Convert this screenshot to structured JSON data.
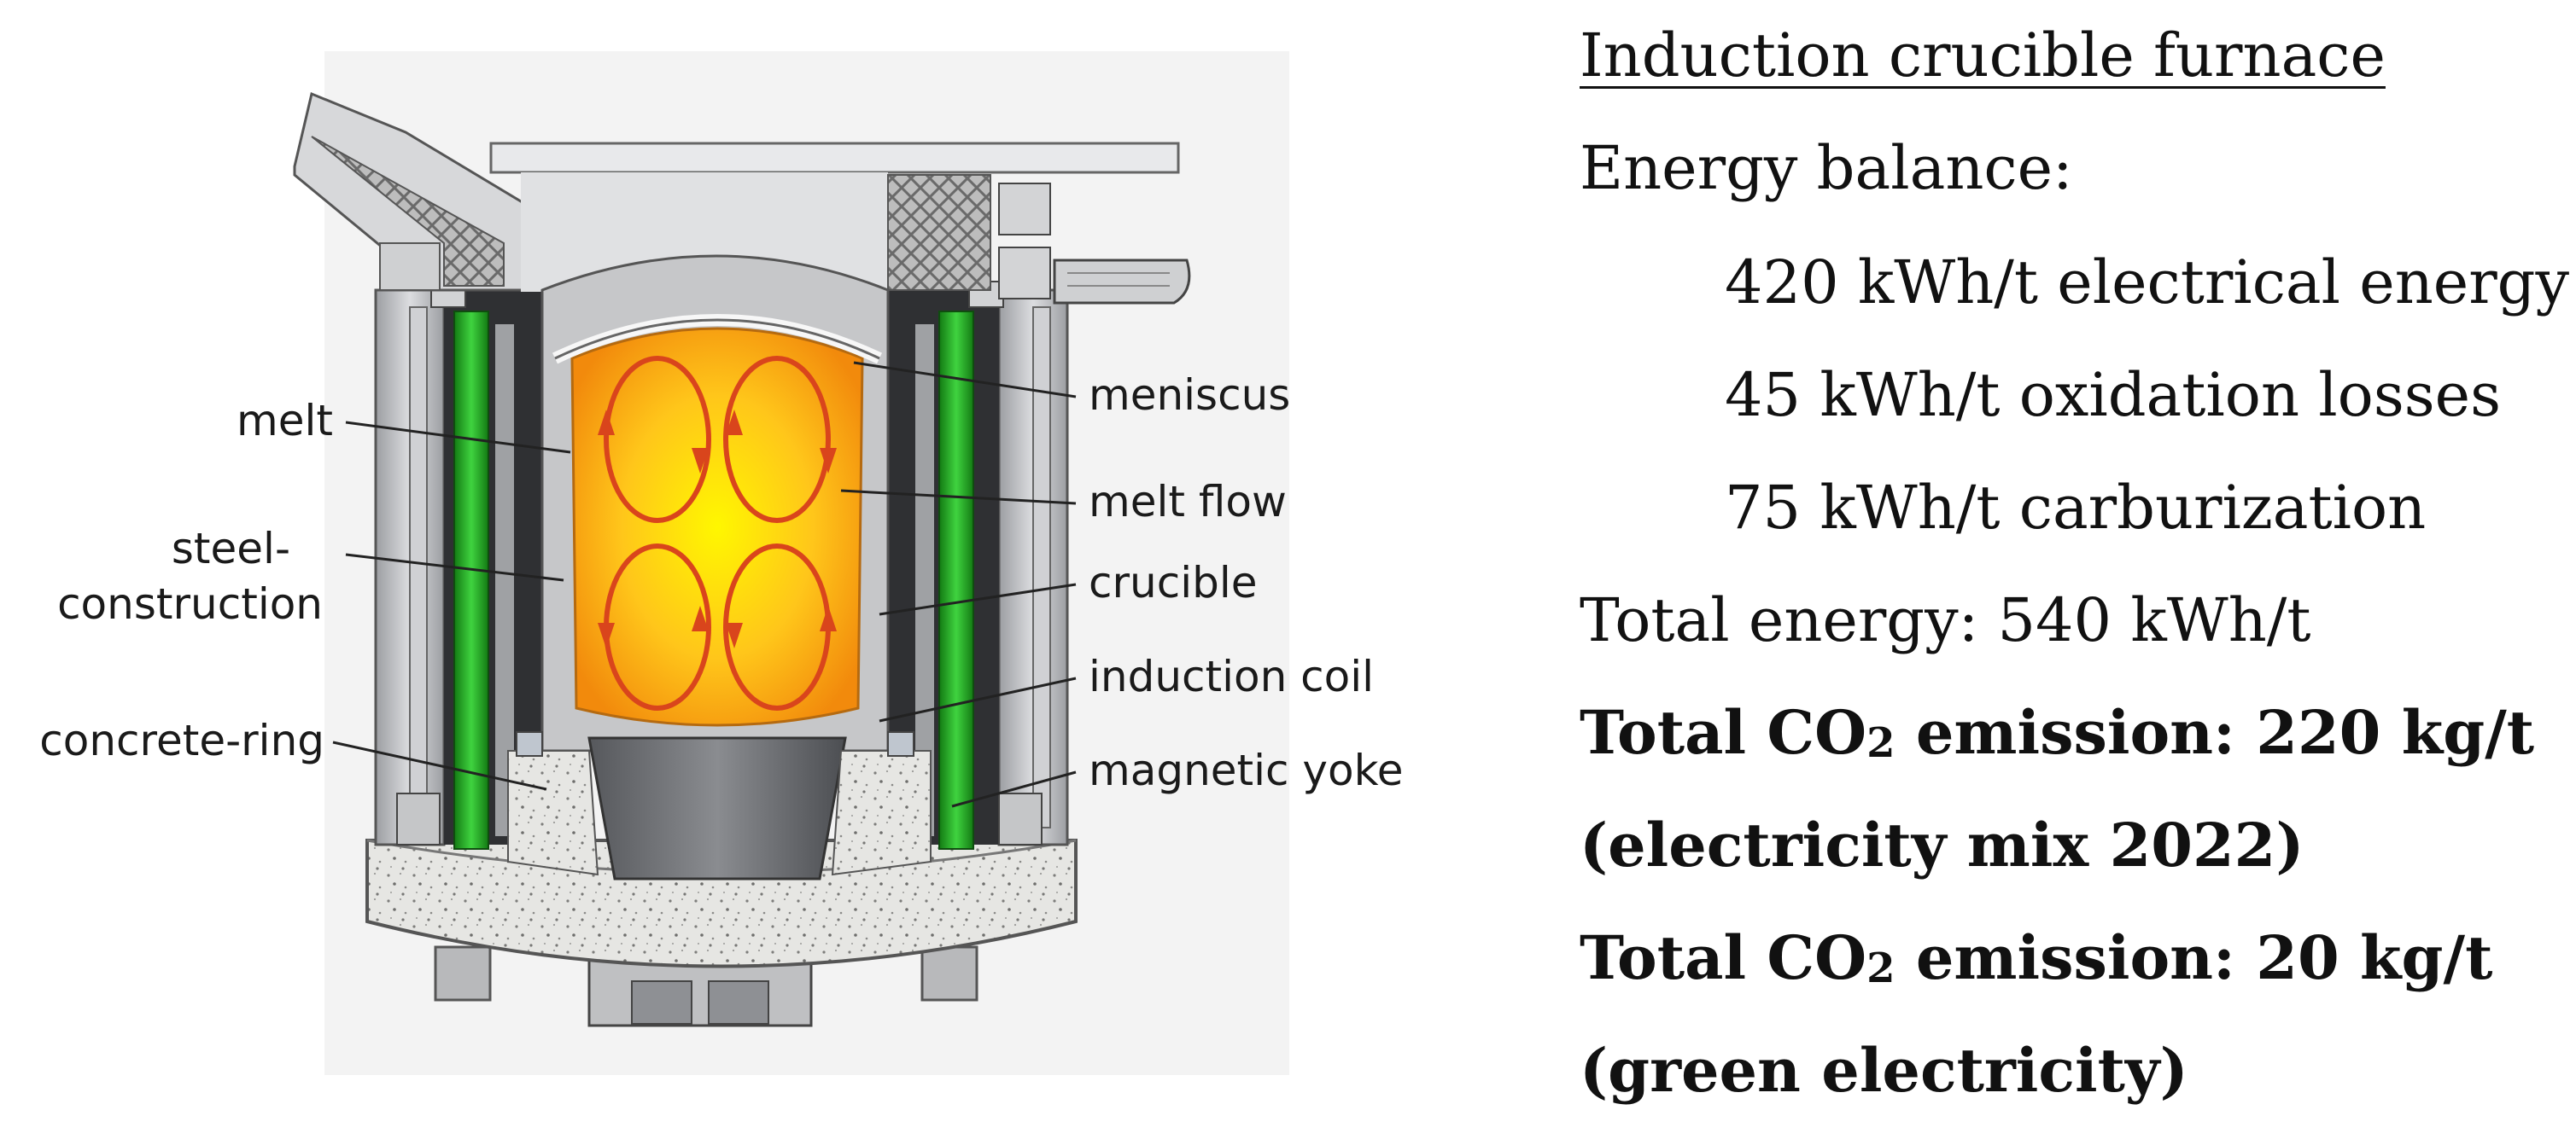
{
  "diagram": {
    "labels": {
      "meniscus": "meniscus",
      "melt": "melt",
      "melt_flow": "melt flow",
      "steel_1": "steel-",
      "steel_2": "construction",
      "crucible": "crucible",
      "induction_coil": "induction coil",
      "concrete_ring": "concrete-ring",
      "magnetic_yoke": "magnetic yoke"
    },
    "colors": {
      "melt_core": "#fff200",
      "melt_edge": "#f59a0a",
      "flow_arrows": "#d9451c",
      "coil": "#2db82d",
      "steel": "#c8c9cb",
      "dark_steel": "#3a3b3e",
      "concrete": "#e6e6e4"
    }
  },
  "panel": {
    "title": "Induction crucible furnace",
    "energy_balance": "Energy balance:",
    "items": [
      "420 kWh/t electrical energy",
      "45 kWh/t oxidation losses",
      "75 kWh/t carburization"
    ],
    "total_energy": "Total energy: 540 kWh/t",
    "co2_1_pre": "Total CO",
    "co2_1_sub": "2",
    "co2_1_post": " emission: 220 kg/t",
    "co2_1_note": "(electricity mix 2022)",
    "co2_2_pre": "Total CO",
    "co2_2_sub": "2",
    "co2_2_post": " emission: 20 kg/t",
    "co2_2_note": "(green electricity)"
  }
}
